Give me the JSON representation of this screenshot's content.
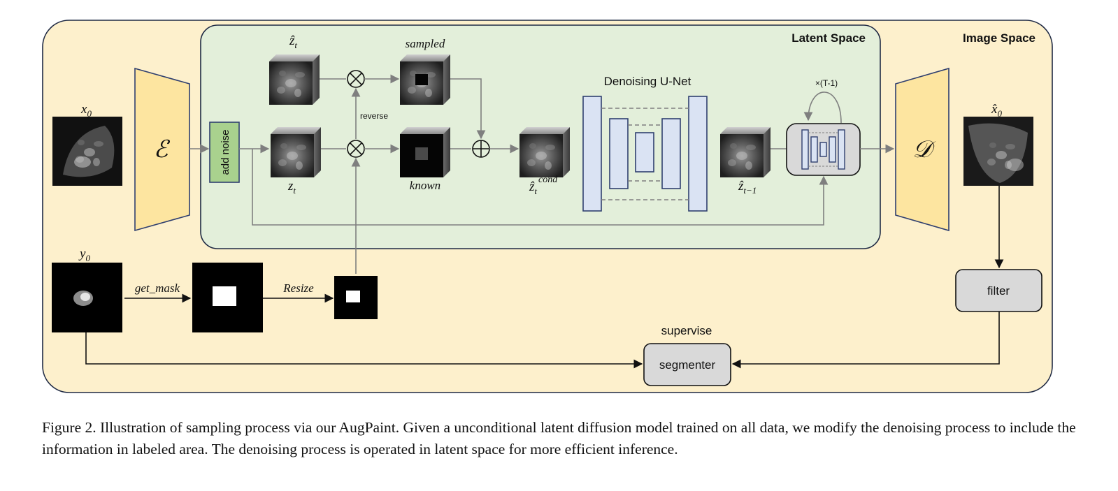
{
  "regions": {
    "image_space": "Image Space",
    "latent_space": "Latent Space"
  },
  "inputs": {
    "x0": "x",
    "x0_sub": "0",
    "y0": "y",
    "y0_sub": "0"
  },
  "encoder_symbol": "ℰ",
  "decoder_symbol": "𝒟",
  "add_noise": "add noise",
  "latents": {
    "z_hat_t": "ẑ",
    "z_hat_t_sub": "t",
    "z_t": "z",
    "z_t_sub": "t",
    "sampled": "sampled",
    "known": "known",
    "reverse": "reverse",
    "z_cond": "ẑ",
    "z_cond_sub": "t",
    "z_cond_sup": "cond",
    "z_prev": "ẑ",
    "z_prev_sub": "t−1"
  },
  "unet_label": "Denoising U-Net",
  "repeat_label": "×(T-1)",
  "output": {
    "x0_hat": "x̂",
    "x0_hat_sub": "0"
  },
  "mask_path": {
    "get_mask": "get_mask",
    "resize": "Resize"
  },
  "filter_label": "filter",
  "supervise_label": "supervise",
  "segmenter_label": "segmenter",
  "caption": "Figure 2. Illustration of sampling process via our AugPaint. Given a unconditional latent diffusion model trained on all data, we modify the denoising process to include the information in labeled area. The denoising process is operated in latent space for more efficient inference.",
  "colors": {
    "image_space_bg": "#fdf0cc",
    "latent_space_bg": "#e3efda",
    "encoder_fill": "#fde5a0",
    "add_noise_fill": "#a9d18e",
    "unet_fill": "#dae3f3",
    "unet_stroke": "#2f3f6f",
    "box_fill": "#d9d9d9",
    "arrow": "#7f7f7f"
  }
}
